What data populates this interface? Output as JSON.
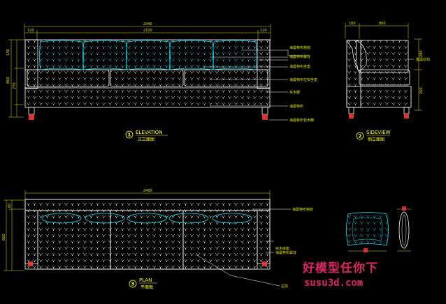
{
  "elevation": {
    "dims_top": [
      "2340",
      "120",
      "2100",
      "120"
    ],
    "dims_left": [
      "130",
      "270",
      "860"
    ],
    "notes": [
      "海曼特布抱枕",
      "海曼特布靠背",
      "海曼特布坐垫",
      "海曼特布拉扣坐垫",
      "实木脚",
      "海曼特布",
      "海曼特布包木脚"
    ],
    "title_num": "1",
    "title_en": "ELEVATION",
    "title_cn": "正立面图"
  },
  "side": {
    "dims_top": [
      "160",
      "860"
    ],
    "dims_right": [
      "280",
      "260"
    ],
    "notes": [
      "金属拉扣"
    ],
    "title_num": "2",
    "title_en": "SIDEVIEW",
    "title_cn": "侧立面图"
  },
  "plan": {
    "dims_top": [
      "2400"
    ],
    "dims_left": [
      "60",
      "860"
    ],
    "notes": [
      "海曼特布抱枕",
      "实木底座",
      "海曼特布靠背",
      "拉扣"
    ],
    "title_num": "3",
    "title_en": "PLAN",
    "title_cn": "平面图"
  },
  "colors": {
    "line": "#ffffff",
    "cyan": "#00e5ff",
    "dim": "#e6e600",
    "title": "#ffff00",
    "leg": "#ff3b3b",
    "watermark": "#e0245e"
  },
  "watermark": {
    "line1": "好模型任你下",
    "line2": "susu3d.com"
  }
}
